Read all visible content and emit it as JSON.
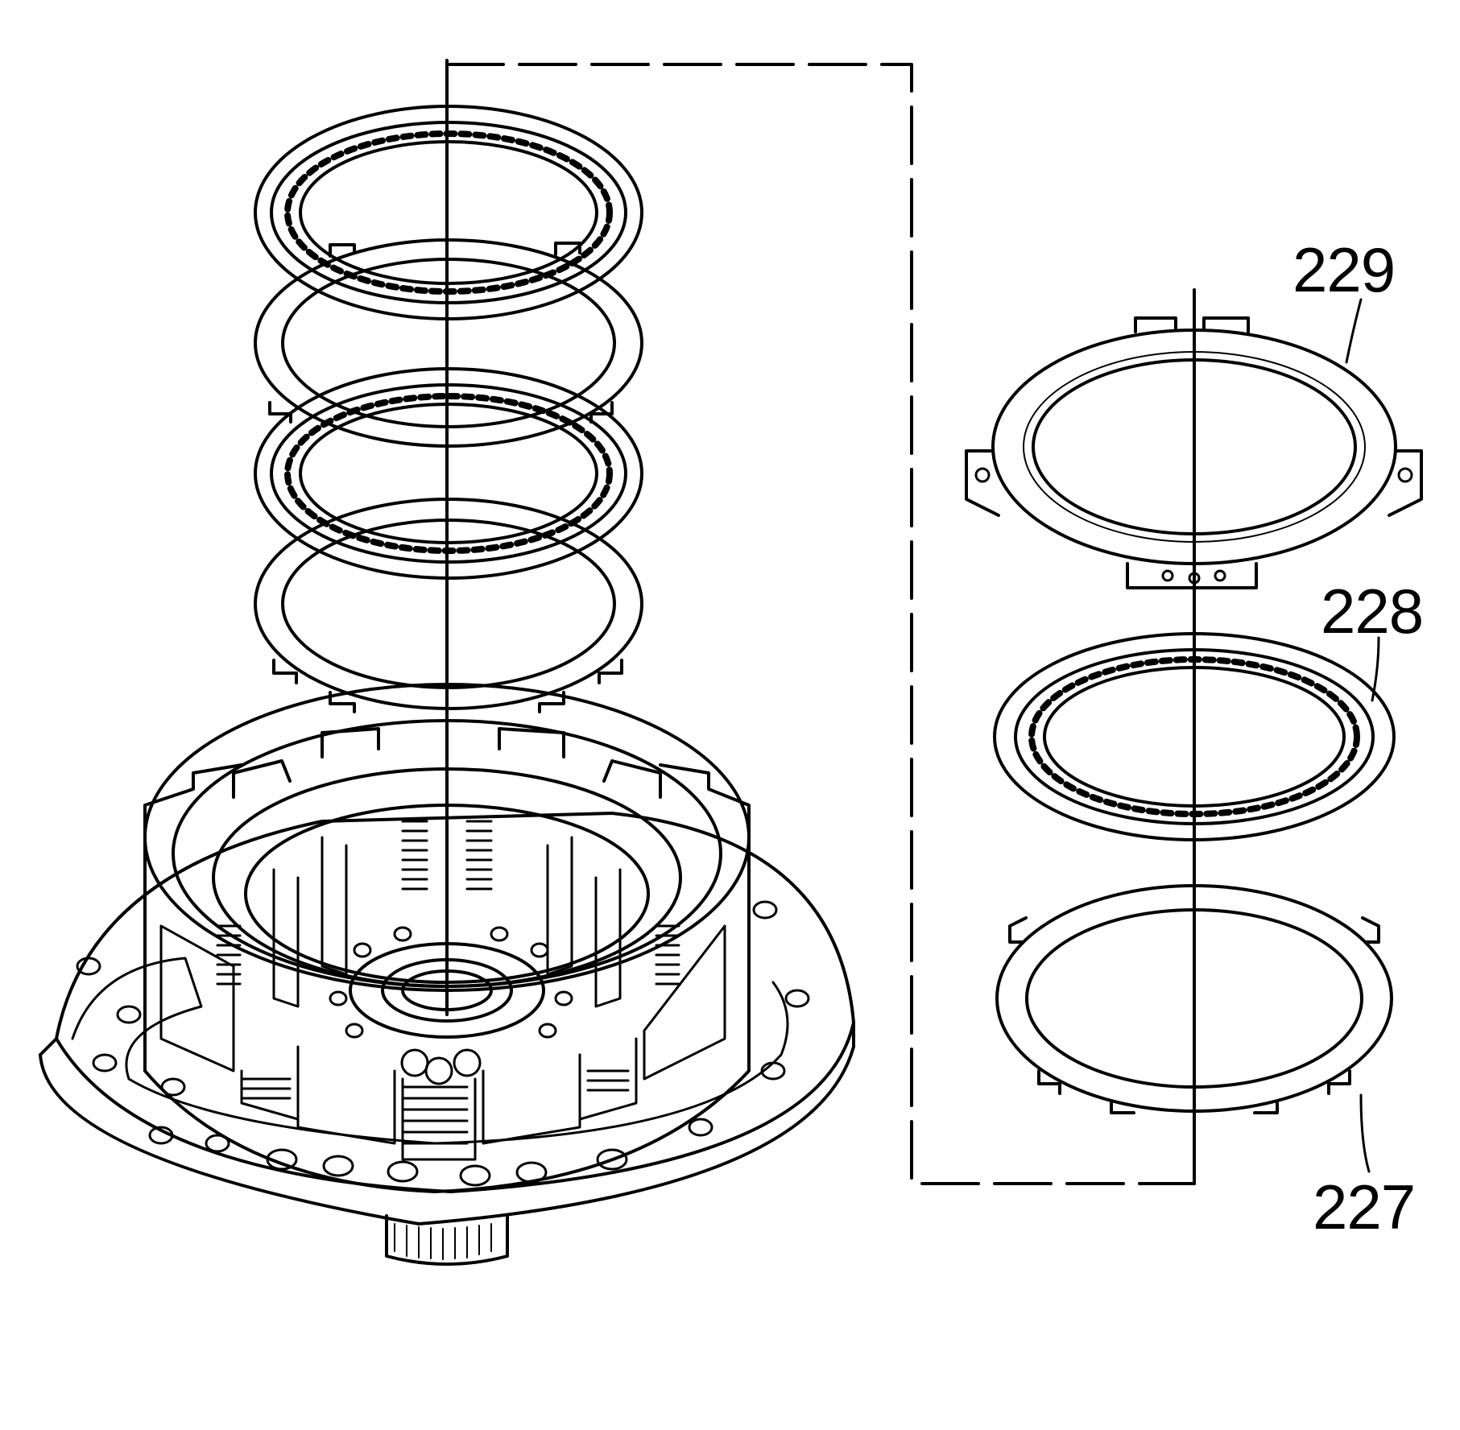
{
  "callouts": {
    "part_229": "229",
    "part_228": "228",
    "part_227": "227"
  },
  "colors": {
    "line": "#000000",
    "background": "#ffffff"
  }
}
